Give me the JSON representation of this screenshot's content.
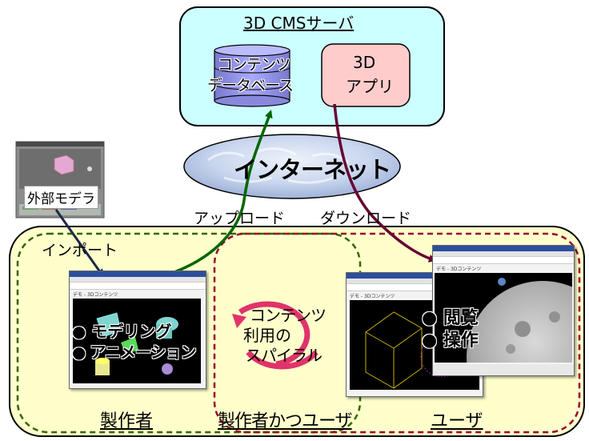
{
  "server": {
    "title": "3D CMSサーバ"
  },
  "database": {
    "line1": "コンテンツ",
    "line2": "データベース"
  },
  "app": {
    "line1": "3D",
    "line2": "アプリ"
  },
  "internet": {
    "label": "インターネット"
  },
  "modeler": {
    "label": "外部モデラ"
  },
  "arrows": {
    "import": "インポート",
    "upload": "アップロード",
    "download": "ダウンロード"
  },
  "creator": {
    "label": "製作者",
    "bullet1": "● モデリング",
    "bullet2": "● アニメーション",
    "window_title": "デモ - 3Dコンテンツ"
  },
  "spiral": {
    "line1": "コンテンツ",
    "line2": "利用の",
    "line3": "スパイラル"
  },
  "creator_user": {
    "label": "製作者かつユーザ",
    "window_title": "デモ - 3Dコンテンツ"
  },
  "user": {
    "label": "ユーザ",
    "bullet1": "● 閲覧",
    "bullet2": "● 操作",
    "window_title": "デモ - 3Dコンテンツ"
  },
  "colors": {
    "server_fill": "#ccffff",
    "app_fill": "#ffcccc",
    "db_fill": "#9999ee",
    "region_fill": "#ffffcc",
    "green_dash": "#336600",
    "red_dash": "#990033",
    "upload_arrow": "#006600",
    "download_arrow": "#660033",
    "spiral": "#e0336b"
  },
  "icons": [
    "database-cylinder-icon",
    "cloud-icon",
    "spiral-arrow-icon",
    "arrow-icon"
  ]
}
